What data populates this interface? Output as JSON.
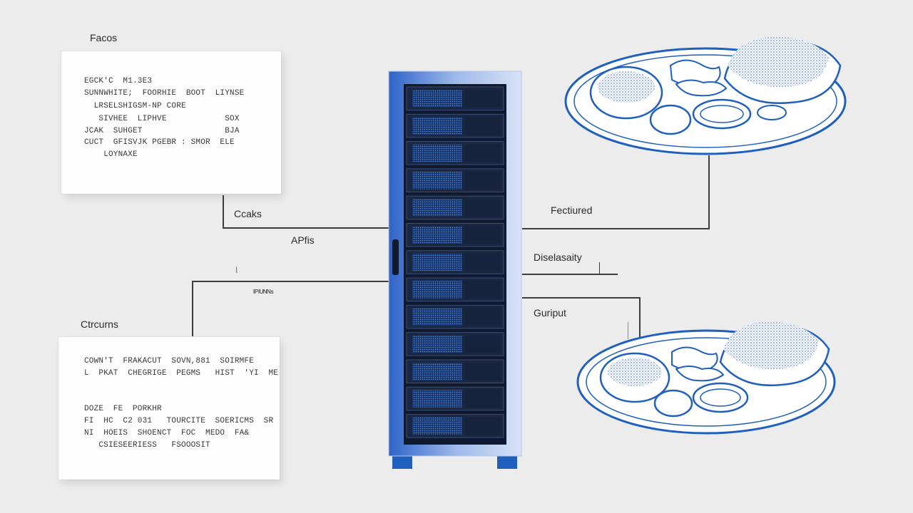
{
  "labels": {
    "top_card_title": "Facos",
    "bottom_card_title": "Ctrcurns",
    "conn_left_upper": "Ccaks",
    "conn_center": "APfis",
    "conn_left_lower_mark": "I",
    "conn_left_lower": "ᴵᴾᴵᵁᴺᴺˢ",
    "conn_right_upper": "Fectiured",
    "conn_right_middle": "Diselasaity",
    "conn_right_lower": "Guriput"
  },
  "top_card": {
    "lines": [
      "EGCK'C  M1.3E3",
      "SUNNWHITE;  FOORHIE  BOOT  LIYNSE",
      "  LRSELSHIGSM-NP CORE",
      "   SIVHEE  LIPHVE            SOX",
      "JCAK  SUHGET                 BJA",
      "CUCT  GFISVJK PGEBR : SMOR  ELE",
      "    LOYNAXE"
    ]
  },
  "bottom_card": {
    "lines": [
      "COWN'T  FRAKACUT  SOVN,881  SOIRMFE",
      "L  PKAT  CHEGRIGE  PEGMS   HIST  'YI  ME",
      "",
      "",
      "DOZE  FE  PORKHR",
      "FI  HC  C2 031   TOURCITE  SOERICMS  SR",
      "NI  HOEIS  SHOENCT  FOC  MEDO  FA&",
      "   CSIESEERIESS   FSOOOSIT  "
    ]
  },
  "colors": {
    "background": "#ececed",
    "accent_blue": "#1e5fc0",
    "rack_dark": "#152035",
    "line": "#3c3c3c"
  },
  "icons": {
    "server": "server-rack-icon",
    "plate": "food-plate-icon"
  }
}
